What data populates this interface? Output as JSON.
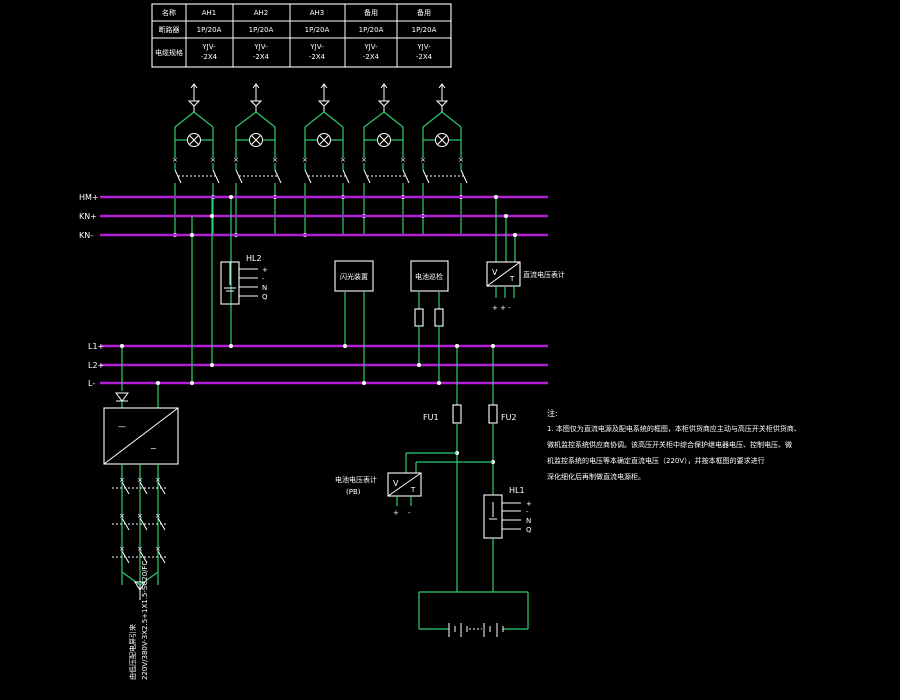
{
  "table": {
    "headers": [
      "名称",
      "AH1",
      "AH2",
      "AH3",
      "备用",
      "备用"
    ],
    "row_breaker": [
      "断路器",
      "1P/20A",
      "1P/20A",
      "1P/20A",
      "1P/20A",
      "1P/20A"
    ],
    "row_cable": [
      "电缆规格",
      "YJV-\n-2X4",
      "YJV-\n-2X4",
      "YJV-\n-2X4",
      "YJV-\n-2X4",
      "YJV-\n-2X4"
    ]
  },
  "buses": {
    "hm": "HM+",
    "kn_plus": "KN+",
    "kn_minus": "KN-",
    "l1": "L1+",
    "l2": "L2+",
    "l_minus": "L-"
  },
  "labels": {
    "hl2": "HL2",
    "hl1": "HL1",
    "fu1": "FU1",
    "fu2": "FU2",
    "box1": "闪光装置",
    "box2": "电池巡检",
    "voltmeter_top": "直流电压表计",
    "voltmeter_left": "电池电压表计",
    "pb": "(PB)",
    "pm_plus": "+",
    "pm_minus": "-",
    "lamp_terms": [
      "+",
      "-",
      "N",
      "Q"
    ],
    "rect_v": "V",
    "rect_ac": "~",
    "rect_dc": "—",
    "incoming_cable": "由低压配电屏引来",
    "incoming_spec": "220V/380V-3X2.5+1X1.5-SC20/FC"
  },
  "notes": {
    "title": "注:",
    "line1": "1. 本图仅为直流电源及配电系统的框图，本柜供货商应主动与高压开关柜供货商、",
    "line2": "   微机监控系统供应商协调。该高压开关柜中综合保护继电器电压、控制电压、微",
    "line3": "   机监控系统的电压等本确定直流电压（220V），并按本框图的要求进行",
    "line4": "   深化细化后再制做直流电源柜。"
  }
}
